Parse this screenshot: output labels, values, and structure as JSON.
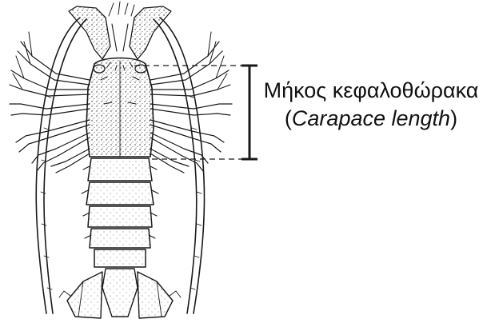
{
  "diagram": {
    "label_greek": "Μήκος κεφαλοθώρακα",
    "label_english_open": "(",
    "label_english": "Carapace length",
    "label_english_close": ")",
    "ink_color": "#1a1a1a",
    "subject": "spiny-lobster-illustration"
  }
}
